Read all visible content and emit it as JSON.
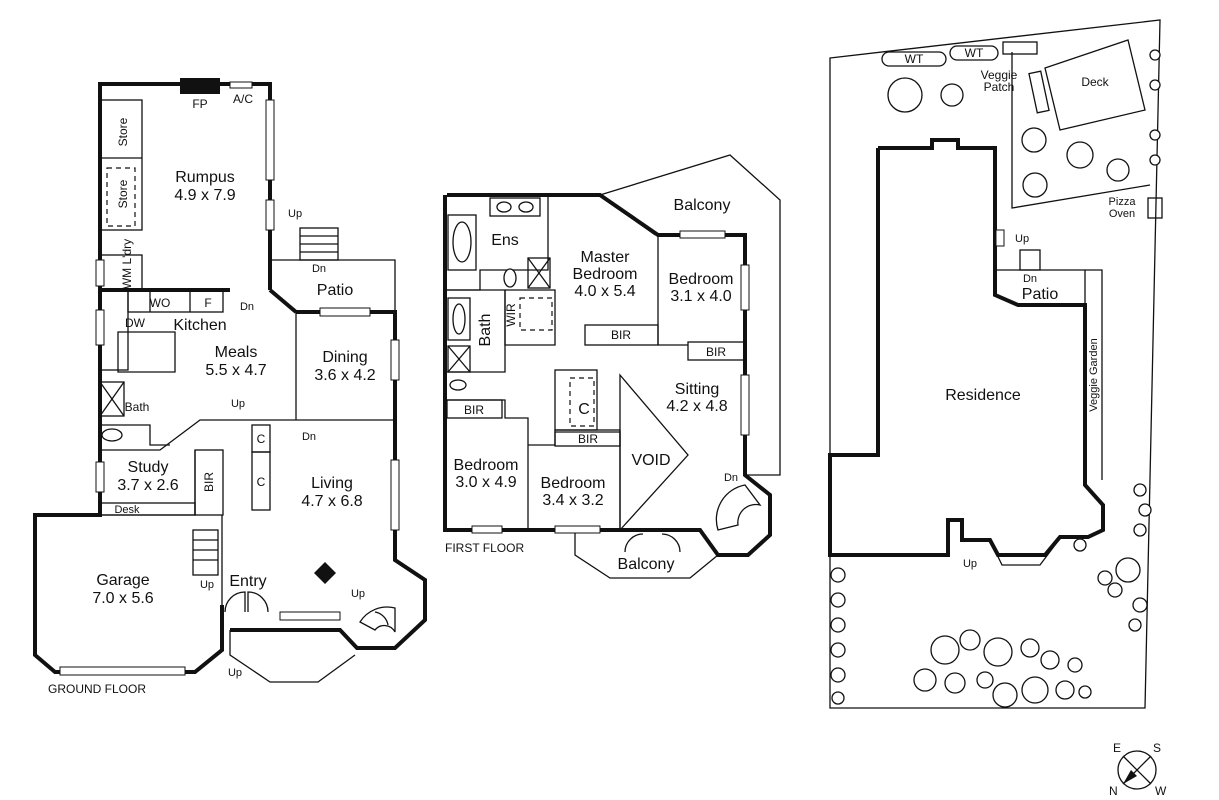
{
  "ground_floor": {
    "caption": "GROUND FLOOR",
    "rooms": {
      "rumpus_name": "Rumpus",
      "rumpus_size": "4.9 x 7.9",
      "kitchen_name": "Kitchen",
      "meals_name": "Meals",
      "meals_size": "5.5 x 4.7",
      "dining_name": "Dining",
      "dining_size": "3.6 x 4.2",
      "living_name": "Living",
      "living_size": "4.7 x 6.8",
      "study_name": "Study",
      "study_size": "3.7 x 2.6",
      "garage_name": "Garage",
      "garage_size": "7.0 x 5.6",
      "entry_name": "Entry",
      "patio_name": "Patio"
    },
    "labels": {
      "store_upper": "Store",
      "store_lower": "Store",
      "fp": "FP",
      "ac": "A/C",
      "wm_ldry": "WM L'dry",
      "wo": "WO",
      "fridge": "F",
      "dw": "DW",
      "bath": "Bath",
      "bir": "BIR",
      "desk": "Desk",
      "cupboard_1": "C",
      "cupboard_2": "C",
      "up_rumpus": "Up",
      "dn_patio": "Dn",
      "dn_kitchen": "Dn",
      "up_meals": "Up",
      "dn_living": "Dn",
      "up_garage": "Up",
      "up_entry": "Up",
      "up_stair": "Up"
    }
  },
  "first_floor": {
    "caption": "FIRST FLOOR",
    "rooms": {
      "ens_name": "Ens",
      "master_name": "Master",
      "master_name_2": "Bedroom",
      "master_size": "4.0 x 5.4",
      "bed2_name": "Bedroom",
      "bed2_size": "3.1 x 4.0",
      "sitting_name": "Sitting",
      "sitting_size": "4.2 x 4.8",
      "bed3_name": "Bedroom",
      "bed3_size": "3.0 x 4.9",
      "bed4_name": "Bedroom",
      "bed4_size": "3.4 x 3.2",
      "void": "VOID",
      "balcony_top": "Balcony",
      "balcony_bottom": "Balcony"
    },
    "labels": {
      "bath": "Bath",
      "wir": "WIR",
      "bir_master": "BIR",
      "bir_bed2": "BIR",
      "bir_bed3": "BIR",
      "bir_bed4": "BIR",
      "cupboard": "C",
      "dn_stair": "Dn"
    }
  },
  "site_plan": {
    "residence": "Residence",
    "patio": "Patio",
    "deck": "Deck",
    "veggie_patch_1": "Veggie",
    "veggie_patch_2": "Patch",
    "pizza_oven_1": "Pizza",
    "pizza_oven_2": "Oven",
    "veggie_garden": "Veggie Garden",
    "water_tank_1": "WT",
    "water_tank_2": "WT",
    "up_rear": "Up",
    "dn_patio": "Dn",
    "up_front": "Up"
  },
  "compass": {
    "east": "E",
    "south": "S",
    "north": "N",
    "west": "W"
  },
  "colors": {
    "ink": "#111111",
    "background": "#ffffff"
  }
}
